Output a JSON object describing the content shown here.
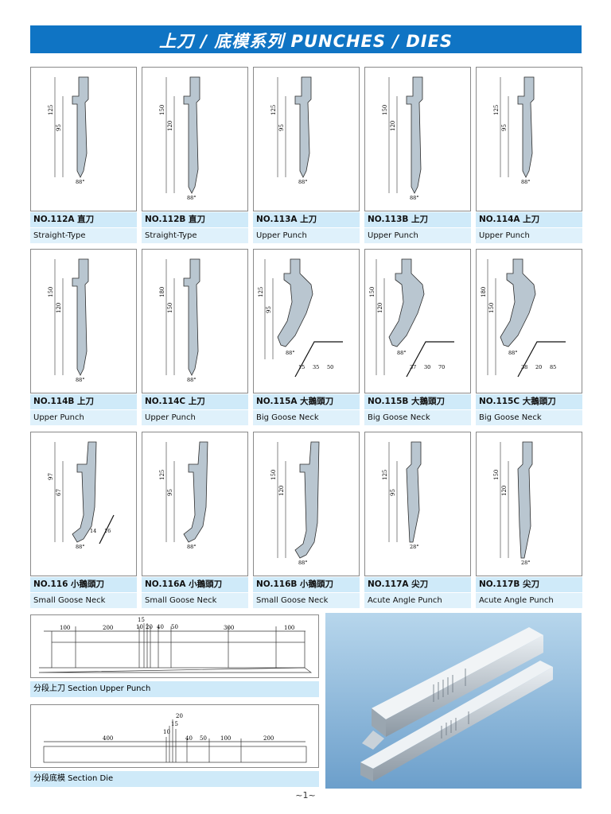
{
  "header": {
    "title": "上刀 / 底模系列    PUNCHES / DIES"
  },
  "cards": [
    {
      "code": "NO.112A  直刀",
      "desc": "Straight-Type",
      "dims": [
        "125",
        "95"
      ],
      "angle": "88°"
    },
    {
      "code": "NO.112B  直刀",
      "desc": "Straight-Type",
      "dims": [
        "150",
        "120"
      ],
      "angle": "88°"
    },
    {
      "code": "NO.113A  上刀",
      "desc": "Upper Punch",
      "dims": [
        "125",
        "95"
      ],
      "angle": "88°"
    },
    {
      "code": "NO.113B  上刀",
      "desc": "Upper Punch",
      "dims": [
        "150",
        "120"
      ],
      "angle": "88°"
    },
    {
      "code": "NO.114A  上刀",
      "desc": "Upper Punch",
      "dims": [
        "125",
        "95"
      ],
      "angle": "88°"
    },
    {
      "code": "NO.114B  上刀",
      "desc": "Upper Punch",
      "dims": [
        "150",
        "120"
      ],
      "angle": "88°"
    },
    {
      "code": "NO.114C  上刀",
      "desc": "Upper Punch",
      "dims": [
        "180",
        "150"
      ],
      "angle": "88°"
    },
    {
      "code": "NO.115A  大鵝頭刀",
      "desc": "Big Goose Neck",
      "dims": [
        "125",
        "95"
      ],
      "angle": "88°",
      "extra": [
        "15",
        "35",
        "50"
      ]
    },
    {
      "code": "NO.115B  大鵝頭刀",
      "desc": "Big Goose Neck",
      "dims": [
        "150",
        "120"
      ],
      "angle": "88°",
      "extra": [
        "37",
        "30",
        "70"
      ]
    },
    {
      "code": "NO.115C  大鵝頭刀",
      "desc": "Big Goose Neck",
      "dims": [
        "180",
        "150"
      ],
      "angle": "88°",
      "extra": [
        "38",
        "20",
        "85"
      ]
    },
    {
      "code": "NO.116  小鵝頭刀",
      "desc": "Small Goose Neck",
      "dims": [
        "97",
        "67"
      ],
      "angle": "88°",
      "extra": [
        "14",
        "16"
      ]
    },
    {
      "code": "NO.116A  小鵝頭刀",
      "desc": "Small Goose Neck",
      "dims": [
        "125",
        "95"
      ],
      "angle": "88°"
    },
    {
      "code": "NO.116B  小鵝頭刀",
      "desc": "Small Goose Neck",
      "dims": [
        "150",
        "120"
      ],
      "angle": "88°"
    },
    {
      "code": "NO.117A  尖刀",
      "desc": "Acute Angle Punch",
      "dims": [
        "125",
        "95"
      ],
      "angle": "28°"
    },
    {
      "code": "NO.117B    尖刀",
      "desc": "Acute Angle Punch",
      "dims": [
        "150",
        "120"
      ],
      "angle": "28°"
    }
  ],
  "section_punch": {
    "label": "分段上刀  Section Upper Punch",
    "dims": [
      "100",
      "200",
      "15",
      "10",
      "20",
      "40",
      "50",
      "300",
      "100"
    ]
  },
  "section_die": {
    "label": "分段底模  Section Die",
    "dims": [
      "400",
      "20",
      "15",
      "10",
      "40",
      "50",
      "100",
      "200"
    ]
  },
  "page_number": "~1~",
  "colors": {
    "banner": "#0f74c4",
    "label_bg": "#cfeaf9",
    "profile_fill": "#b9c6d0"
  }
}
